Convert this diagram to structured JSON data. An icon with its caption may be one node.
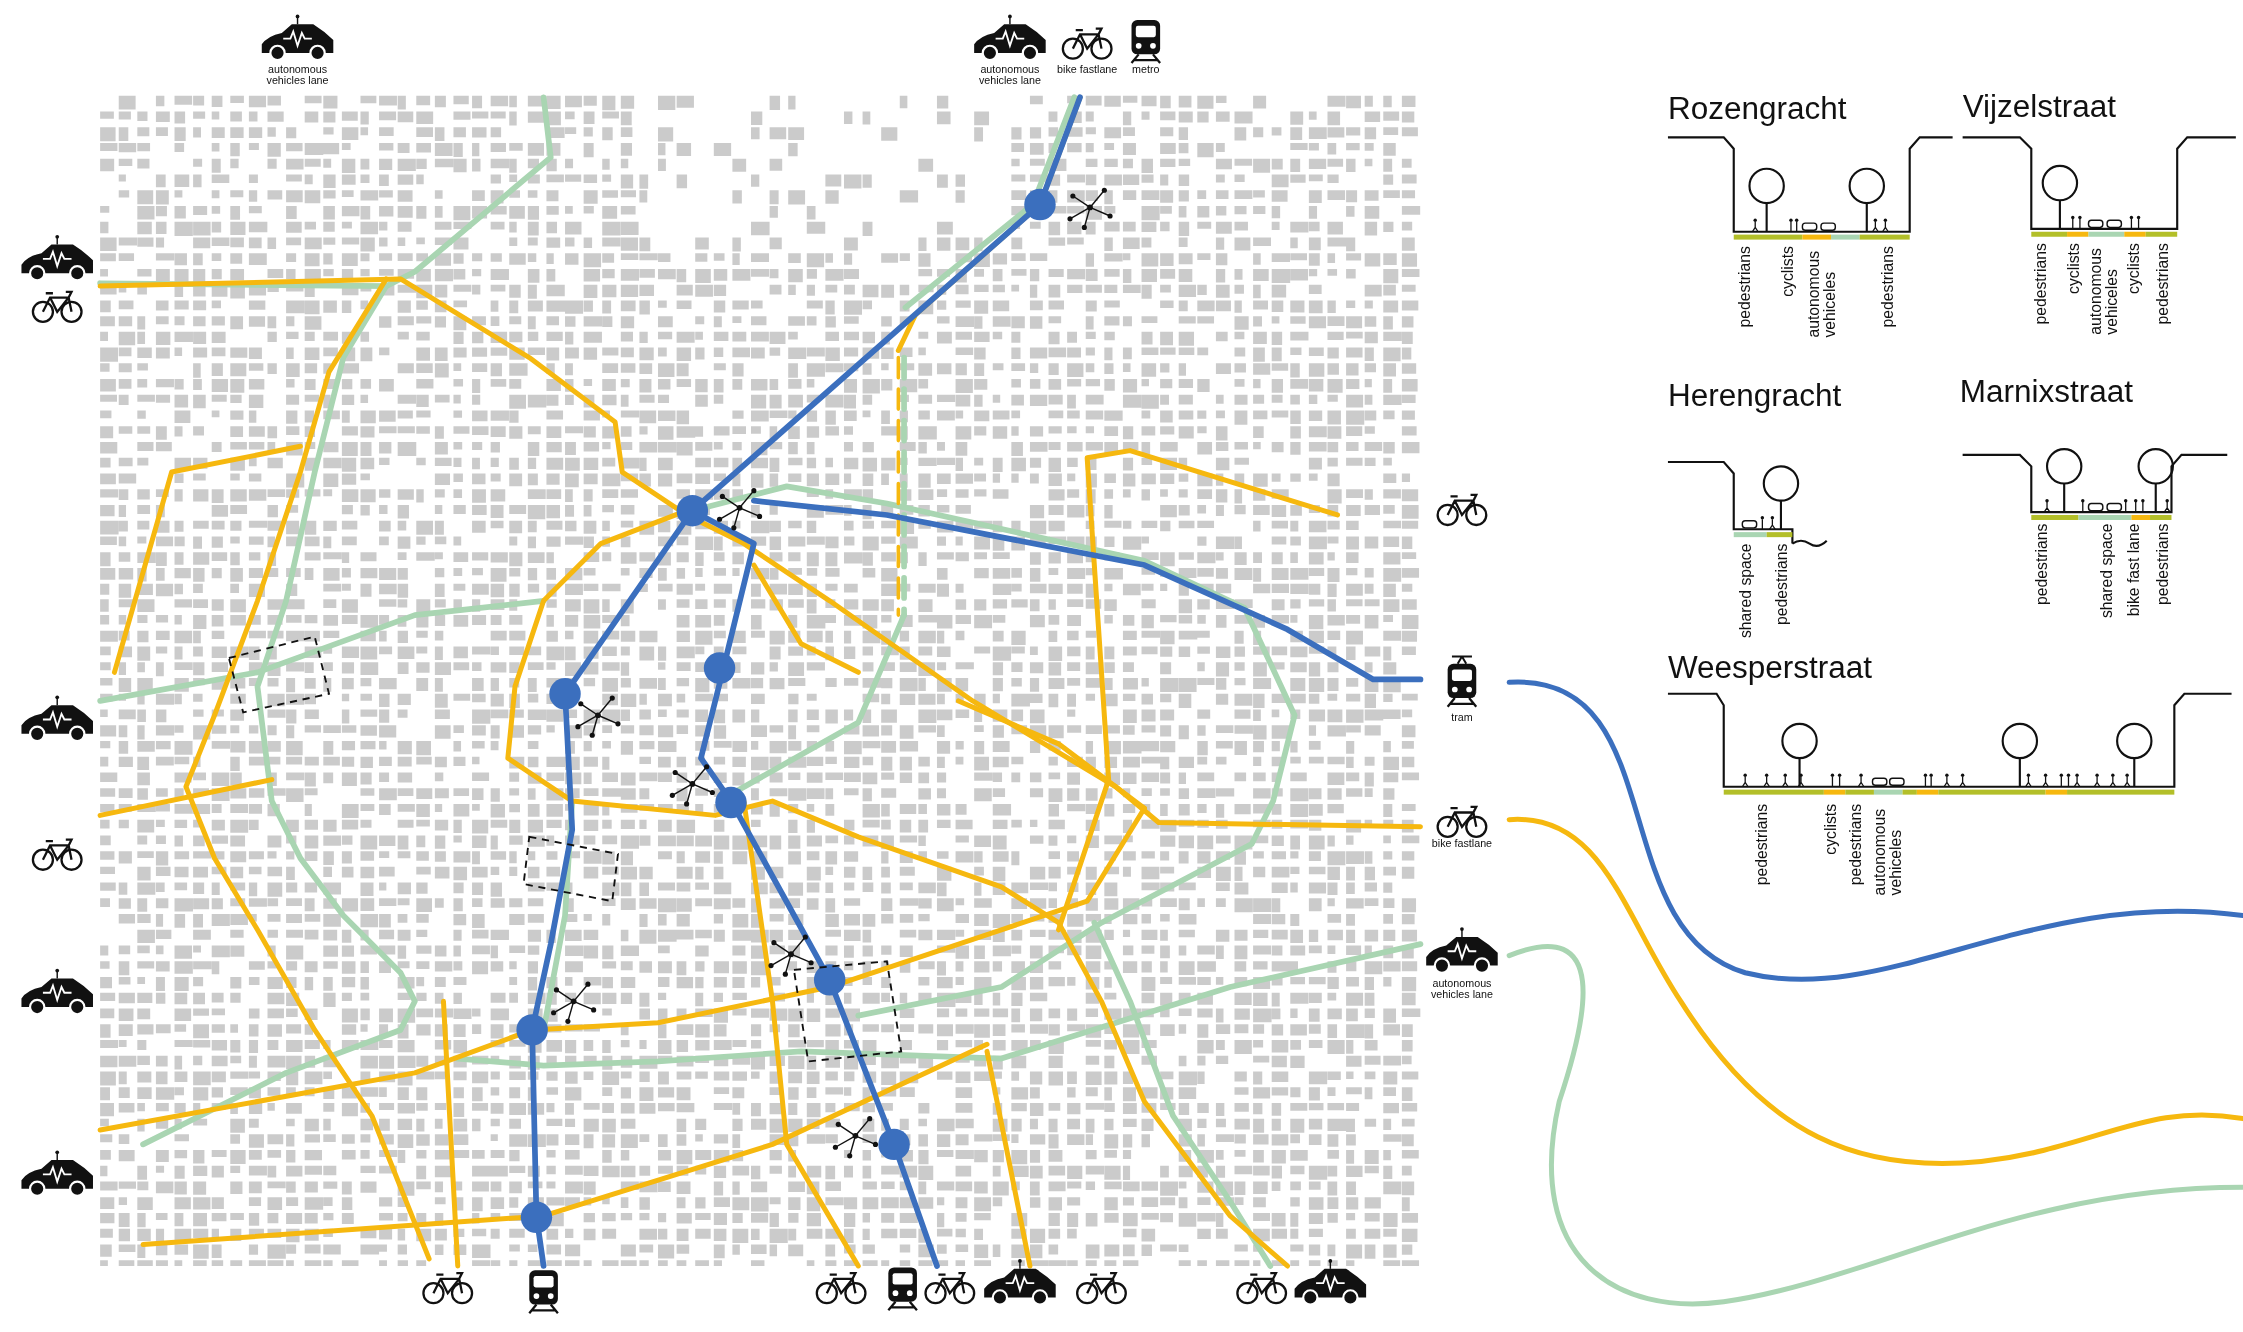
{
  "diagram": {
    "labels": [
      "autonomous vehicles lane",
      "autonomous vehicles lane",
      "bike fastlane",
      "metro",
      "Rozengracht",
      "pedestrians",
      "cyclists",
      "autonomous vehiceles",
      "pedestrians",
      "Vijzelstraat",
      "pedestrians",
      "cyclists",
      "autonomous vehiceles",
      "cyclists",
      "pedestrians",
      "Herengracht",
      "shared space",
      "pedestrians",
      "Marnixstraat",
      "pedestrians",
      "shared space",
      "bike fast lane",
      "pedestrians",
      "Weesperstraat",
      "pedestrians",
      "cyclists",
      "pedestrians",
      "autonomous vehiceles"
    ],
    "legend": [
      {
        "text": "tram",
        "color": "#3b6fbe"
      },
      {
        "text": "bike fastlane",
        "color": "#f6b80f"
      },
      {
        "text": "autonomous vehicles lane",
        "color": "#a9d5b2"
      }
    ]
  }
}
